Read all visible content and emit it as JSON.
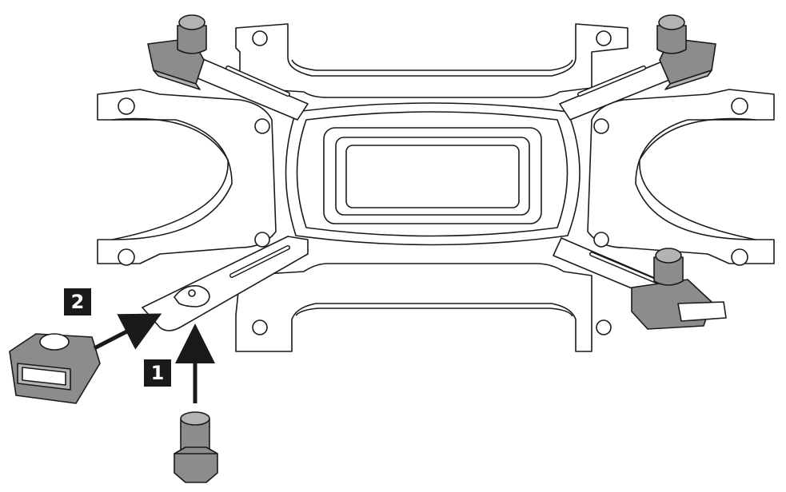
{
  "steps": {
    "step1_label": "1",
    "step2_label": "2"
  },
  "colors": {
    "background": "#ffffff",
    "outline": "#1a1a1a",
    "part_fill": "#ffffff",
    "hardware_fill": "#8c8c8c",
    "hardware_light": "#b3b3b3",
    "badge_fill": "#1a1a1a",
    "badge_text": "#ffffff"
  },
  "icons": {
    "bracket": "mounting-bracket-illustration",
    "standoff": "standoff-screw-icon",
    "clip": "sliding-clip-icon",
    "arrow": "arrow-icon"
  }
}
